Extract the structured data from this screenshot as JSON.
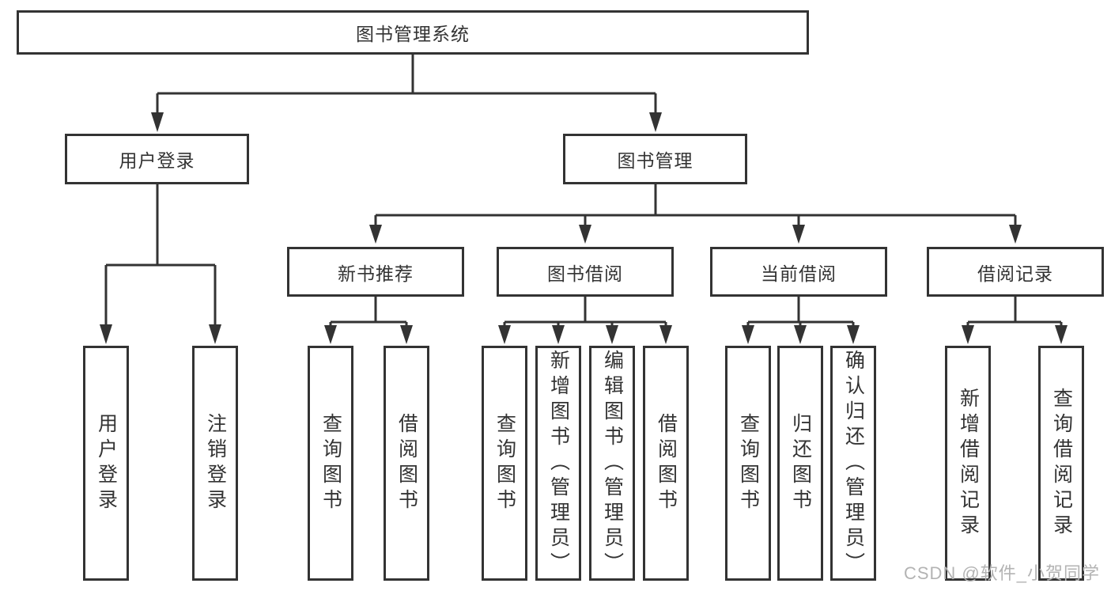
{
  "diagram": {
    "root": {
      "label": "图书管理系统"
    },
    "branches": [
      {
        "label": "用户登录",
        "children": [
          {
            "label": "用户登录"
          },
          {
            "label": "注销登录"
          }
        ]
      },
      {
        "label": "图书管理",
        "children": [
          {
            "label": "新书推荐",
            "children": [
              {
                "label": "查询图书"
              },
              {
                "label": "借阅图书"
              }
            ]
          },
          {
            "label": "图书借阅",
            "children": [
              {
                "label": "查询图书"
              },
              {
                "label": "新增图书（管理员）"
              },
              {
                "label": "编辑图书（管理员）"
              },
              {
                "label": "借阅图书"
              }
            ]
          },
          {
            "label": "当前借阅",
            "children": [
              {
                "label": "查询图书"
              },
              {
                "label": "归还图书"
              },
              {
                "label": "确认归还（管理员）"
              }
            ]
          },
          {
            "label": "借阅记录",
            "children": [
              {
                "label": "新增借阅记录"
              },
              {
                "label": "查询借阅记录"
              }
            ]
          }
        ]
      }
    ]
  },
  "watermark": {
    "text": "CSDN @软件_小贺同学"
  },
  "colors": {
    "line": "#333333",
    "text": "#333333",
    "box_background": "#ffffff",
    "watermark": "#b3b3b3",
    "page_background": "#ffffff"
  }
}
